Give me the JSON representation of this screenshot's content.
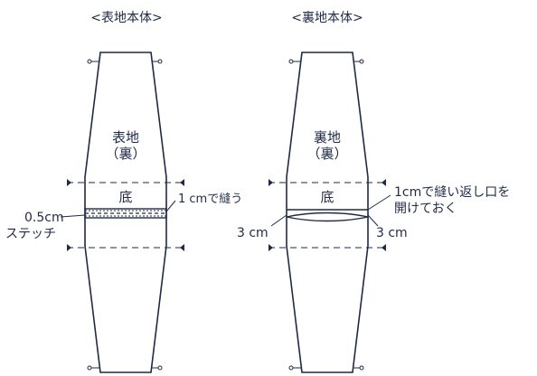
{
  "colors": {
    "line": "#1f2a44",
    "background": "#ffffff"
  },
  "left": {
    "title": "<表地本体>",
    "body_line1": "表地",
    "body_line2": "（裏）",
    "bottom_label": "底",
    "seam_label": "1 cmで縫う",
    "stitch_line1": "0.5cm",
    "stitch_line2": "ステッチ"
  },
  "right": {
    "title": "<裏地本体>",
    "body_line1": "裏地",
    "body_line2": "（裏）",
    "bottom_label": "底",
    "seam_line1": "1cmで縫い返し口を",
    "seam_line2": "開けておく",
    "gap_left": "3 cm",
    "gap_right": "3 cm"
  }
}
